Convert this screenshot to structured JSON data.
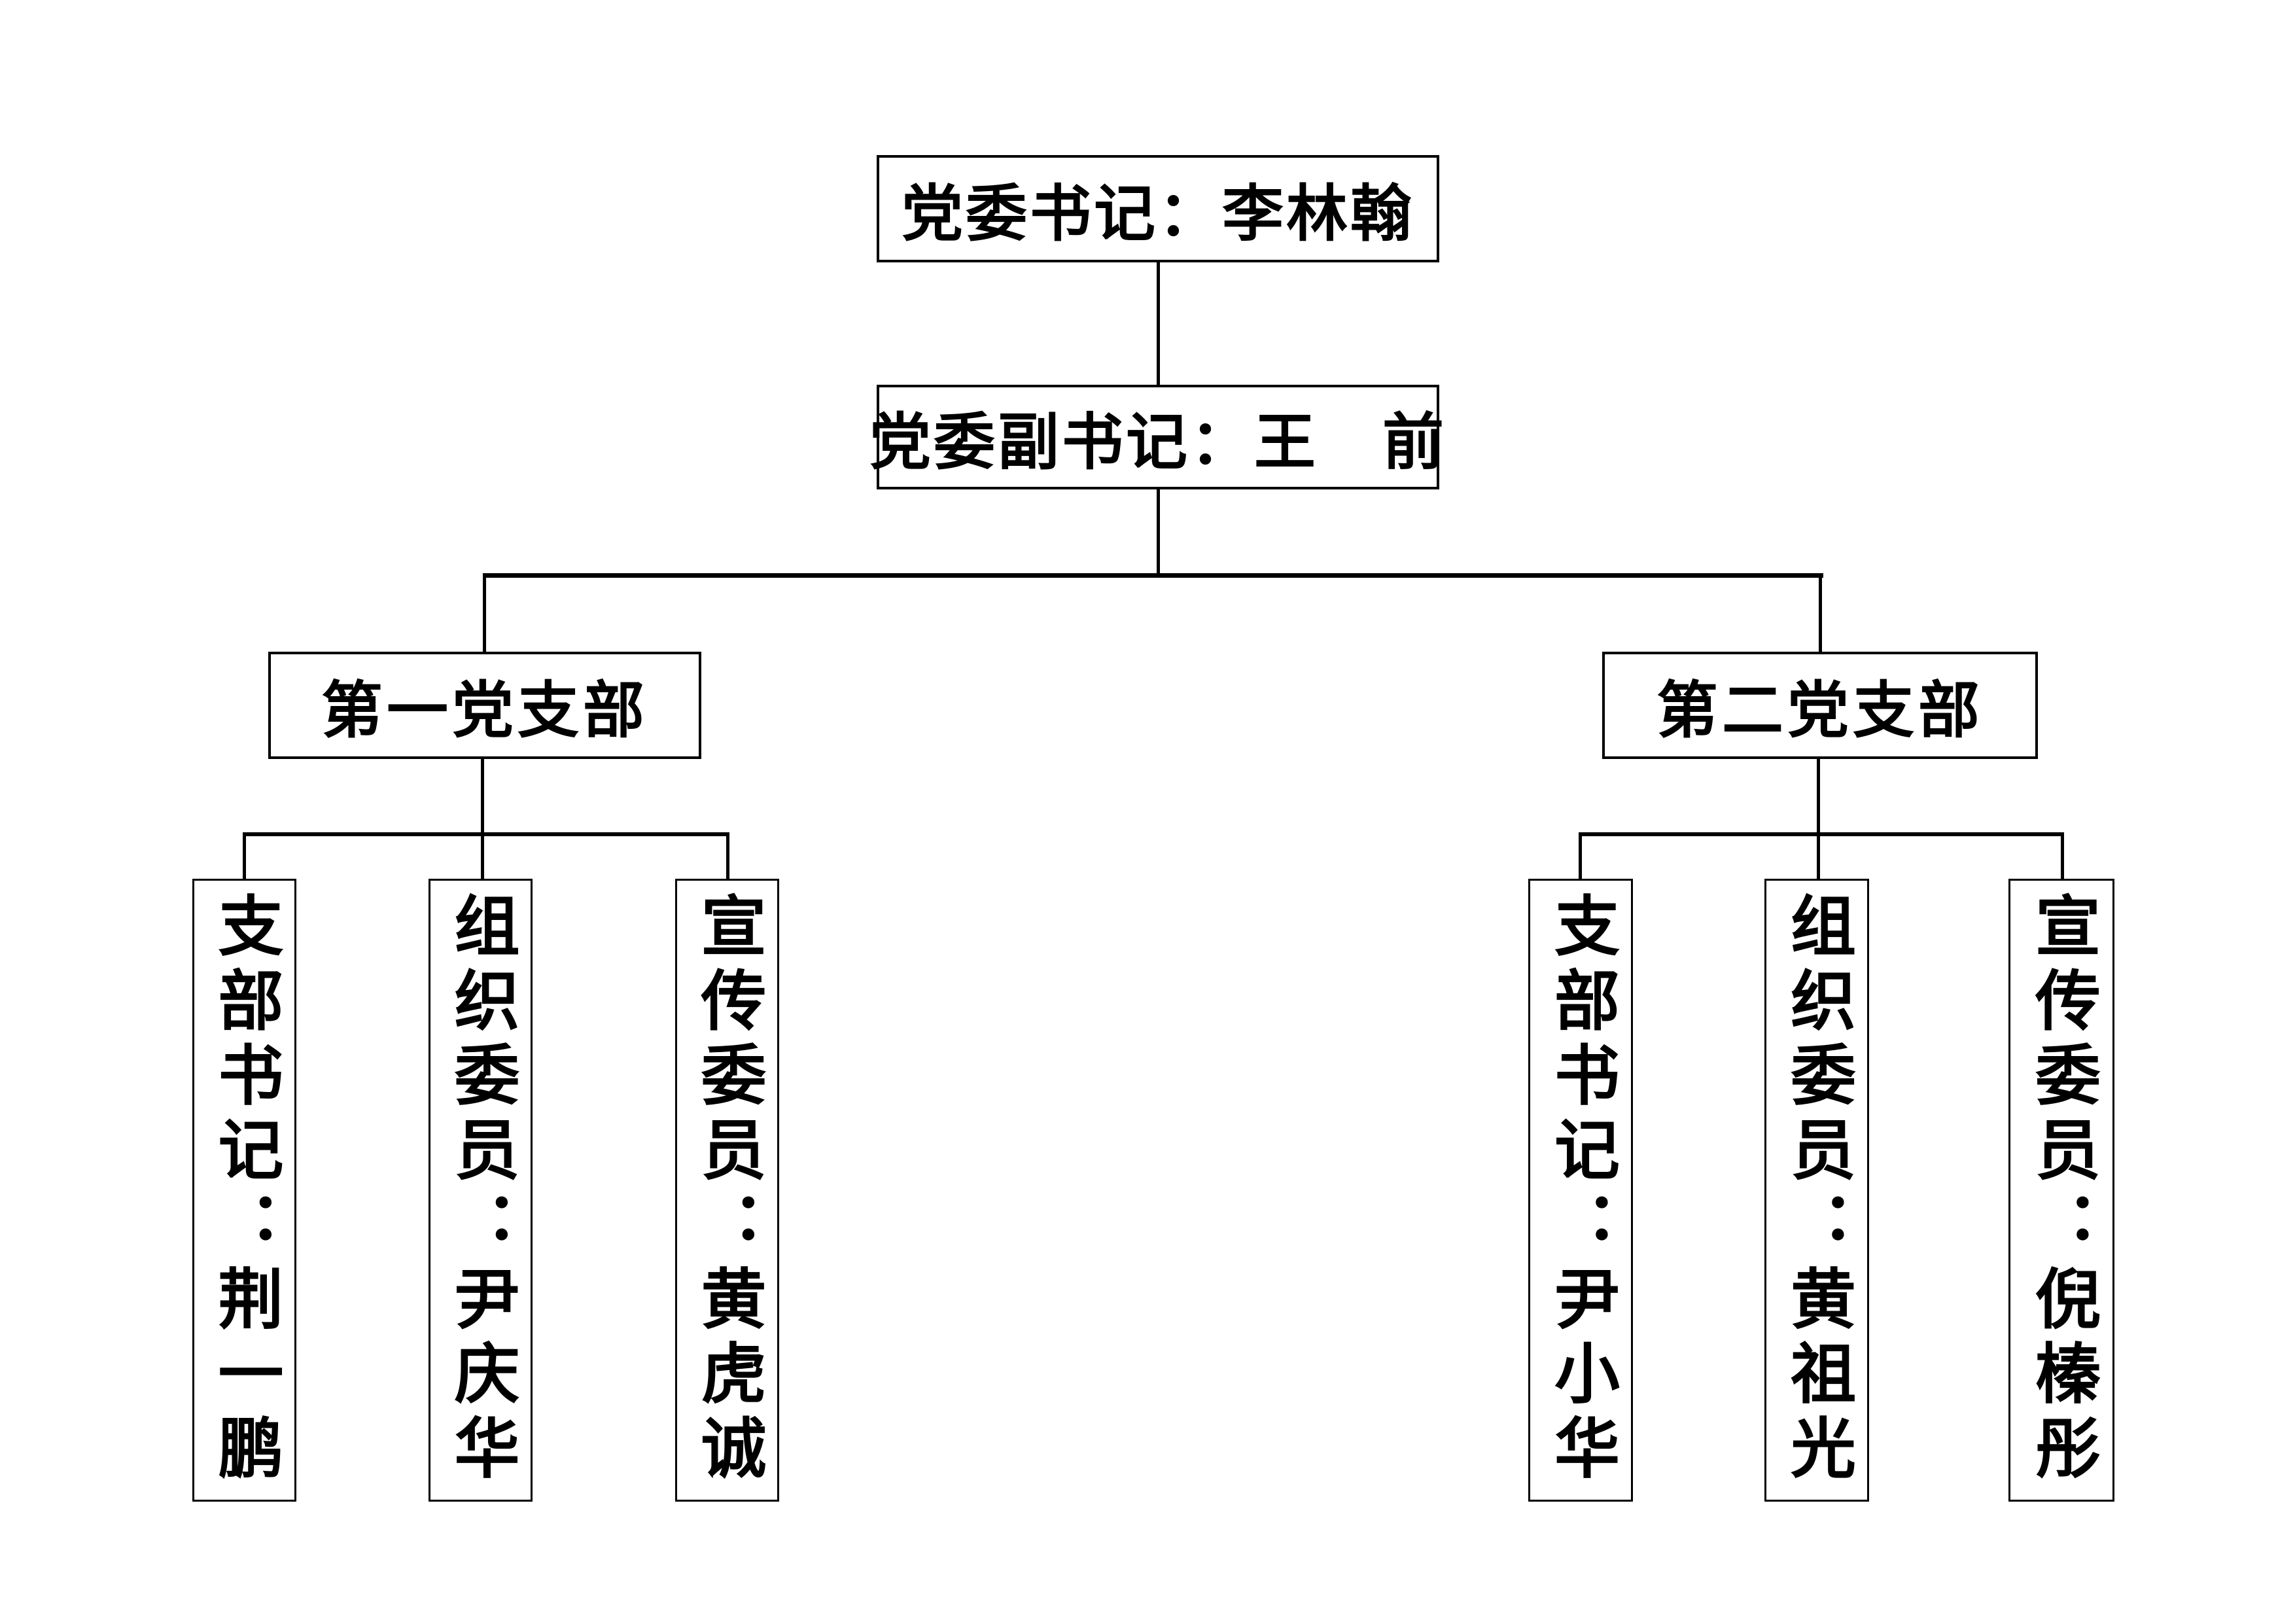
{
  "page": {
    "background": "#ffffff"
  },
  "colors": {
    "line": "#000000",
    "text": "#000000",
    "box_border": "#000000",
    "box_fill": "#ffffff"
  },
  "chart": {
    "type": "org-tree",
    "secretary": {
      "label": "党委书记：李林翰"
    },
    "deputy": {
      "label": "党委副书记：王　前"
    },
    "branches": [
      {
        "label": "第一党支部",
        "members": [
          {
            "label": "支部书记：荆一鹏"
          },
          {
            "label": "组织委员：尹庆华"
          },
          {
            "label": "宣传委员：黄虎诚"
          }
        ]
      },
      {
        "label": "第二党支部",
        "members": [
          {
            "label": "支部书记：尹小华"
          },
          {
            "label": "组织委员：黄祖光"
          },
          {
            "label": "宣传委员：倪榛彤"
          }
        ]
      }
    ]
  }
}
